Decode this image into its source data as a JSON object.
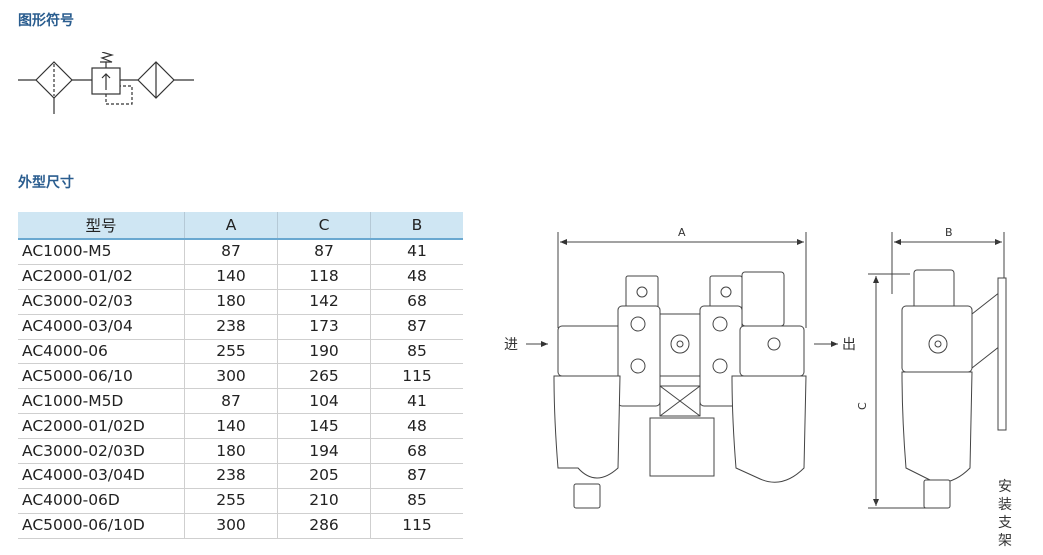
{
  "sections": {
    "symbol_title": "图形符号",
    "dimension_title": "外型尺寸"
  },
  "table": {
    "headers": [
      "型号",
      "A",
      "C",
      "B"
    ],
    "rows": [
      [
        "AC1000-M5",
        "87",
        "87",
        "41"
      ],
      [
        "AC2000-01/02",
        "140",
        "118",
        "48"
      ],
      [
        "AC3000-02/03",
        "180",
        "142",
        "68"
      ],
      [
        "AC4000-03/04",
        "238",
        "173",
        "87"
      ],
      [
        "AC4000-06",
        "255",
        "190",
        "85"
      ],
      [
        "AC5000-06/10",
        "300",
        "265",
        "115"
      ],
      [
        "AC1000-M5D",
        "87",
        "104",
        "41"
      ],
      [
        "AC2000-01/02D",
        "140",
        "145",
        "48"
      ],
      [
        "AC3000-02/03D",
        "180",
        "194",
        "68"
      ],
      [
        "AC4000-03/04D",
        "238",
        "205",
        "87"
      ],
      [
        "AC4000-06D",
        "255",
        "210",
        "85"
      ],
      [
        "AC5000-06/10D",
        "300",
        "286",
        "115"
      ]
    ]
  },
  "drawing": {
    "dim_a": "A",
    "dim_b": "B",
    "dim_c": "C",
    "inlet": "进",
    "outlet": "出",
    "bracket": "安装支架"
  }
}
